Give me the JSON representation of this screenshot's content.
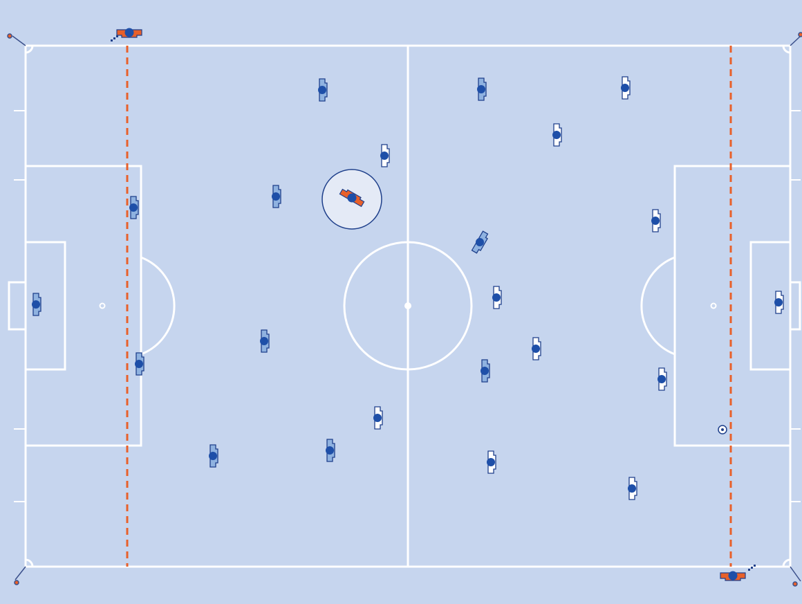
{
  "colors": {
    "background": "#c9d7ef",
    "field": "#c6d5ee",
    "line": "#ffffff",
    "offside_line": "#e8602a",
    "player_body": "#1e4fa8",
    "team_blue": "#8fb2e0",
    "team_white": "#ffffff",
    "team_orange": "#e8602a",
    "highlight_circle": "#e4eaf6"
  },
  "icons": {
    "player": "player-topdown-icon",
    "ball": "soccer-ball-icon",
    "referee": "assistant-referee-icon",
    "flag": "corner-flag-icon"
  },
  "teams": {
    "blue_team": {
      "role": "light-blue shirts",
      "count": 11
    },
    "white_team": {
      "role": "white shirts",
      "count": 11
    },
    "officials": {
      "role": "orange",
      "count": 3
    }
  },
  "features": {
    "offside_lines": 2,
    "highlighted_player": "referee-center",
    "ball": "right-penalty-area"
  }
}
